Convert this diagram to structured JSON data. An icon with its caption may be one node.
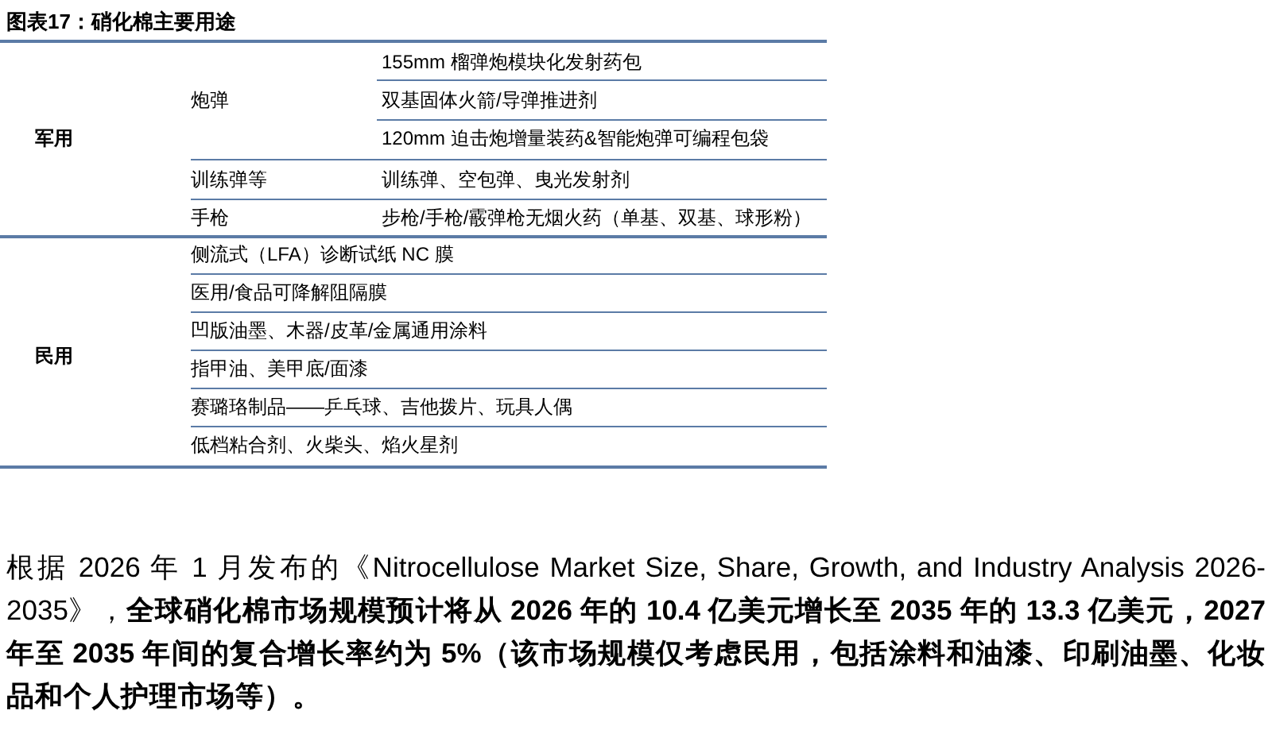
{
  "diagram": {
    "title": "图表17：硝化棉主要用途",
    "labels": [
      "军用",
      "炮弹",
      "155mm 榴弹炮模块化发射药包",
      "双基固体火箭/导弹推进剂",
      "120mm 迫击炮增量装药&智能炮弹可编程包袋",
      "训练弹等",
      "训练弹、空包弹、曳光发射剂",
      "手枪",
      "步枪/手枪/霰弹枪无烟火药（单基、双基、球形粉）",
      "民用",
      "侧流式（LFA）诊断试纸 NC 膜",
      "医用/食品可降解阻隔膜",
      "凹版油墨、木器/皮革/金属通用涂料",
      "指甲油、美甲底/面漆",
      "赛璐珞制品——乒乓球、吉他拨片、玩具人偶",
      "低档粘合剂、火柴头、焰火星剂",
      "根据 2026 年 1 月发布的《Nitrocellulose Market Size, Share, Growth, and Industry Analysis 2026-2035》，**全球硝化棉市场规模预计将从 2026 年的 10.4 亿美元增长至 2035 年的 13.3 亿美元，2027 年至 2035 年间的复合增长率约为 5%（该市场规模仅考虑民用，包括涂料和油漆、印刷油墨、化妆品和个人护理市场等）。**"
    ]
  }
}
